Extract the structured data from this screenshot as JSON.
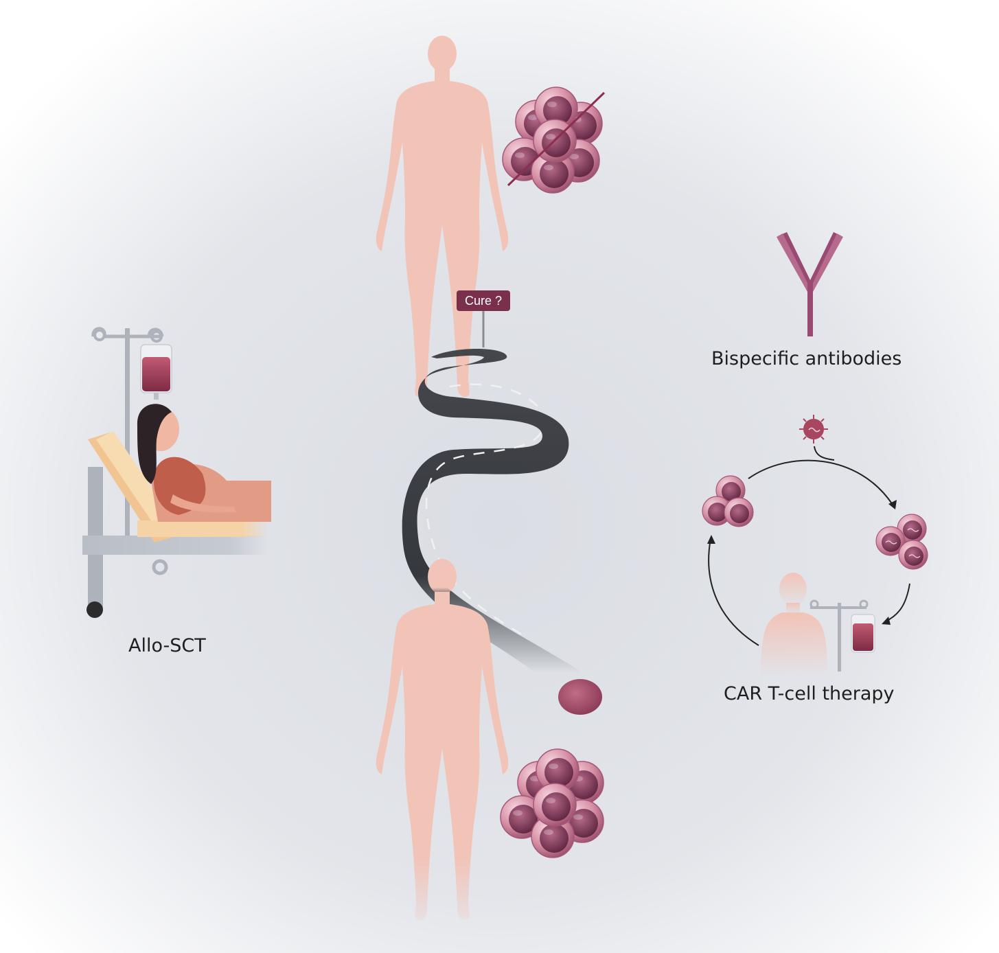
{
  "title": "Treatment options illustration",
  "sign": {
    "label": "Cure ?"
  },
  "labels": {
    "allo_sct": "Allo-SCT",
    "bispecific": "Bispecific antibodies",
    "car_t": "CAR T-cell therapy"
  },
  "colors": {
    "skin": "#f2c3b7",
    "cell_outer": "#d98ea3",
    "cell_inner": "#8a3d5c",
    "accent": "#7a2f4b",
    "road": "#3a3d42",
    "background_center": "#dfe2e8"
  }
}
